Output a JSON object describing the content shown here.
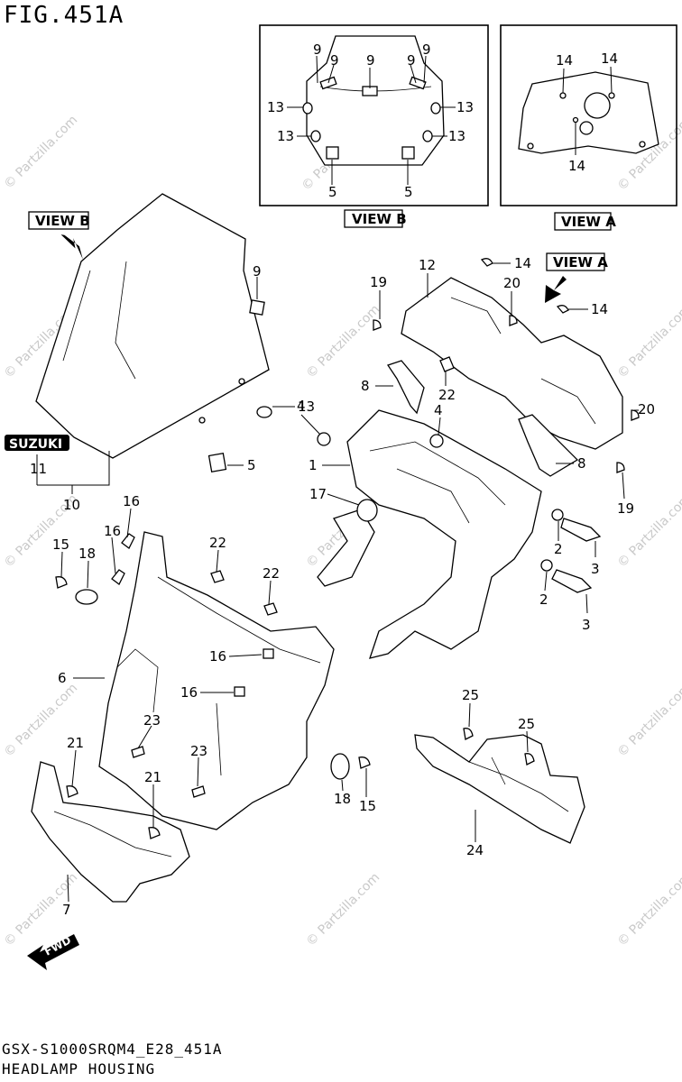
{
  "figure": {
    "title": "FIG.451A",
    "footer_code": "GSX-S1000SRQM4_E28_451A",
    "footer_name": "HEADLAMP HOUSING"
  },
  "view_labels": {
    "view_b": "VIEW B",
    "view_a": "VIEW A",
    "fwd": "FWD",
    "brand": "SUZUKI"
  },
  "watermark": "© Partzilla.com",
  "callouts": {
    "vb_9a": "9",
    "vb_9b": "9",
    "vb_9c": "9",
    "vb_9d": "9",
    "vb_9e": "9",
    "vb_13a": "13",
    "vb_13b": "13",
    "vb_13c": "13",
    "vb_13d": "13",
    "vb_5a": "5",
    "vb_5b": "5",
    "va_14a": "14",
    "va_14b": "14",
    "va_14c": "14",
    "p9": "9",
    "p13": "13",
    "p5": "5",
    "p11": "11",
    "p10": "10",
    "p12": "12",
    "p14a": "14",
    "p14b": "14",
    "p19a": "19",
    "p20a": "20",
    "p8a": "8",
    "p22a": "22",
    "p4a": "4",
    "p4b": "4",
    "p20b": "20",
    "p1": "1",
    "p8b": "8",
    "p19b": "19",
    "p17": "17",
    "p2a": "2",
    "p3a": "3",
    "p2b": "2",
    "p3b": "3",
    "p16a": "16",
    "p16b": "16",
    "p15a": "15",
    "p18a": "18",
    "p22b": "22",
    "p22c": "22",
    "p6": "6",
    "p16c": "16",
    "p16d": "16",
    "p23a": "23",
    "p23b": "23",
    "p21a": "21",
    "p21b": "21",
    "p7": "7",
    "p18b": "18",
    "p15b": "15",
    "p25a": "25",
    "p25b": "25",
    "p24": "24"
  },
  "colors": {
    "ink": "#000000",
    "watermark": "#c9c9c9",
    "background": "#ffffff"
  }
}
